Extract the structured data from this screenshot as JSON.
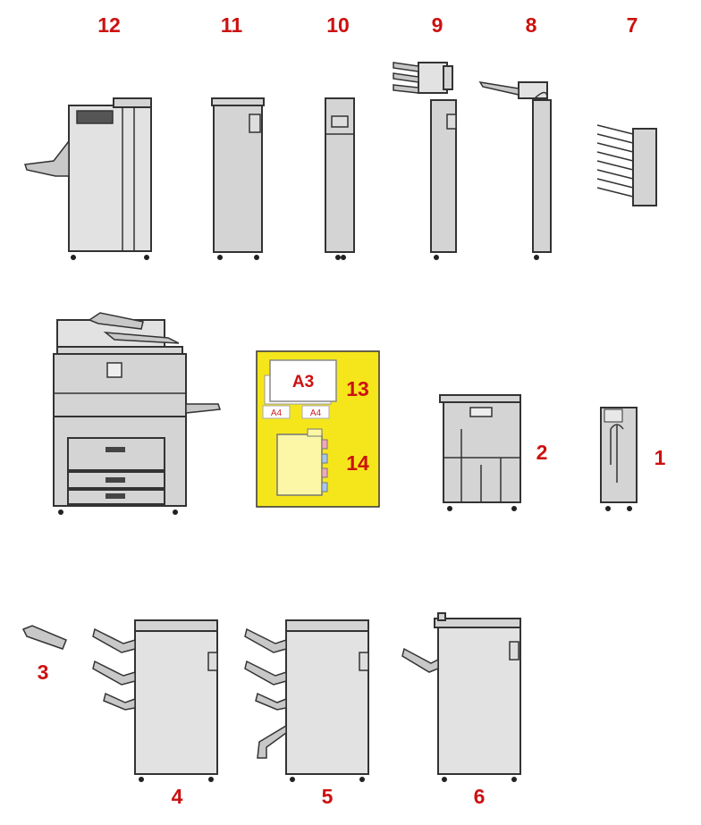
{
  "callouts": {
    "n1": "1",
    "n2": "2",
    "n3": "3",
    "n4": "4",
    "n5": "5",
    "n6": "6",
    "n7": "7",
    "n8": "8",
    "n9": "9",
    "n10": "10",
    "n11": "11",
    "n12": "12",
    "n13": "13",
    "n14": "14"
  },
  "paper": {
    "large": "A3",
    "small_left": "A4",
    "small_right": "A4"
  },
  "colors": {
    "callout": "#cc1111",
    "panel_bg": "#f5e61c",
    "tab_paper": "#fbf7a6",
    "machine_gray": "#d4d4d4"
  },
  "icons": {
    "main": "multifunction-copier-icon",
    "opt1": "paper-feed-unit-icon",
    "opt2": "large-capacity-tray-icon",
    "opt3": "exit-tray-icon",
    "opt4": "finisher-icon",
    "opt5": "saddle-stitch-finisher-icon",
    "opt6": "finisher-icon",
    "opt7": "mailbox-sorter-icon",
    "opt8": "inserter-icon",
    "opt9": "inserter-stacker-icon",
    "opt10": "booklet-unit-icon",
    "opt11": "folding-unit-icon",
    "opt12": "stacker-finisher-icon"
  }
}
